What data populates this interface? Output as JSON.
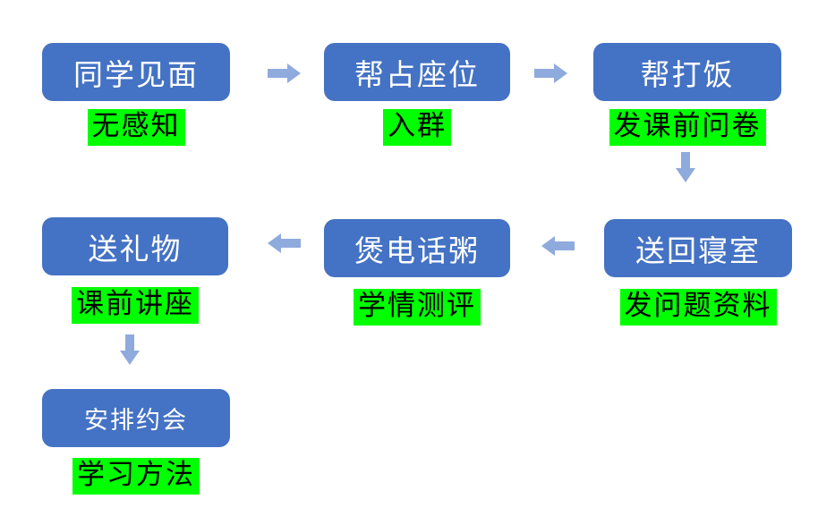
{
  "colors": {
    "background": "#FFFFFF",
    "box": "#4472C4",
    "boxText": "#FFFFFF",
    "arrow": "#8FAADC",
    "highlight": "#00FF00",
    "labelText": "#000000"
  },
  "flowchart": {
    "description": "Flowchart of paired steps: blue box with green highlighted label beneath",
    "nodes": [
      {
        "box": "同学见面",
        "label": "无感知"
      },
      {
        "box": "帮占座位",
        "label": "入群"
      },
      {
        "box": "帮打饭",
        "label": "发课前问卷"
      },
      {
        "box": "送回寝室",
        "label": "发问题资料"
      },
      {
        "box": "煲电话粥",
        "label": "学情测评"
      },
      {
        "box": "送礼物",
        "label": "课前讲座"
      },
      {
        "box": "安排约会",
        "label": "学习方法"
      }
    ],
    "connections": [
      {
        "from": "同学见面",
        "to": "帮占座位",
        "direction": "right"
      },
      {
        "from": "帮占座位",
        "to": "帮打饭",
        "direction": "right"
      },
      {
        "from": "帮打饭",
        "to": "送回寝室",
        "direction": "down"
      },
      {
        "from": "送回寝室",
        "to": "煲电话粥",
        "direction": "left"
      },
      {
        "from": "煲电话粥",
        "to": "送礼物",
        "direction": "left"
      },
      {
        "from": "送礼物",
        "to": "安排约会",
        "direction": "down"
      }
    ]
  }
}
